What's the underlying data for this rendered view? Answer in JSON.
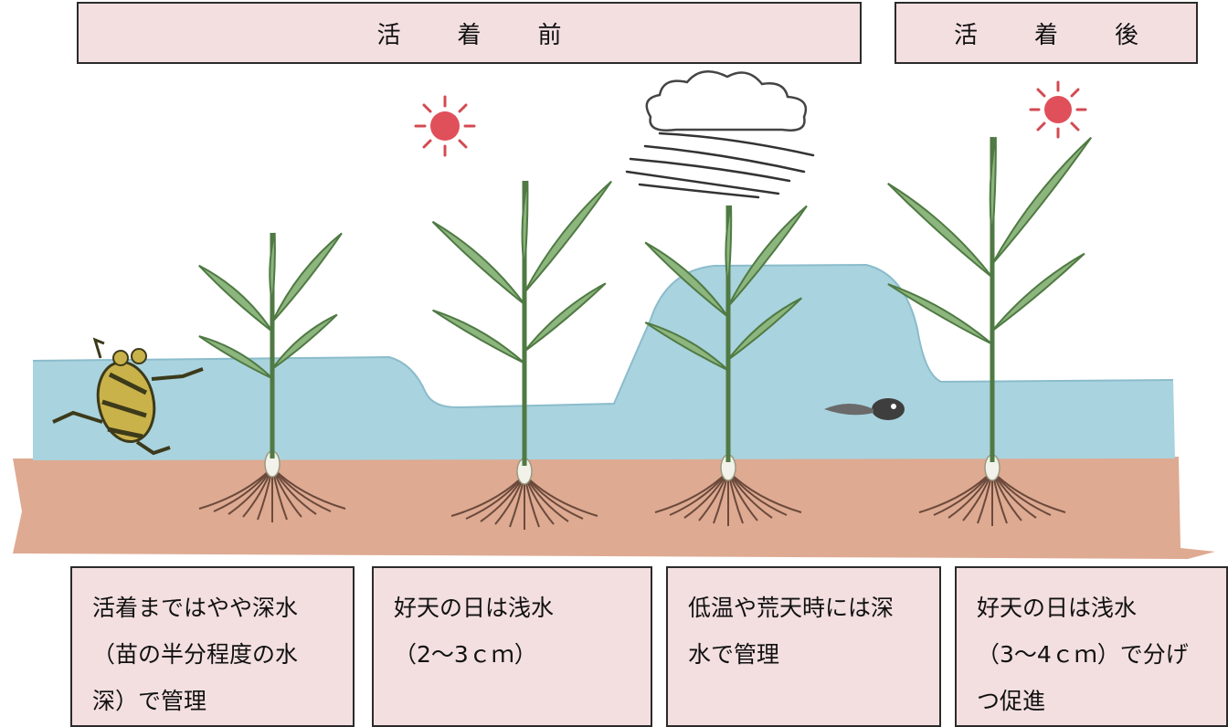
{
  "headers": [
    {
      "id": "before",
      "chars": [
        "活",
        "着",
        "前"
      ]
    },
    {
      "id": "after",
      "chars": [
        "活",
        "着",
        "後"
      ]
    }
  ],
  "captions": [
    {
      "lines": [
        "活着まではやや深水",
        "（苗の半分程度の水",
        "深）で管理"
      ]
    },
    {
      "lines": [
        "好天の日は浅水",
        "（2～3ｃｍ）"
      ]
    },
    {
      "lines": [
        "低温や荒天時には深",
        "水で管理"
      ]
    },
    {
      "lines": [
        "好天の日は浅水",
        "（3～4ｃｍ）で分げ",
        "つ促進"
      ]
    }
  ],
  "colors": {
    "box_fill": "#f3dfe0",
    "box_border": "#2b2b2b",
    "water": "#a9d3de",
    "soil": "#deaa92",
    "leaf": "#8db57e",
    "leaf_dark": "#4f7a43",
    "sun": "#e0505a",
    "root": "#6b4a3c"
  },
  "icons": [
    "sun-icon",
    "cloud-icon",
    "wind-icon",
    "frog-icon",
    "tadpole-icon",
    "rice-plant-icon"
  ]
}
